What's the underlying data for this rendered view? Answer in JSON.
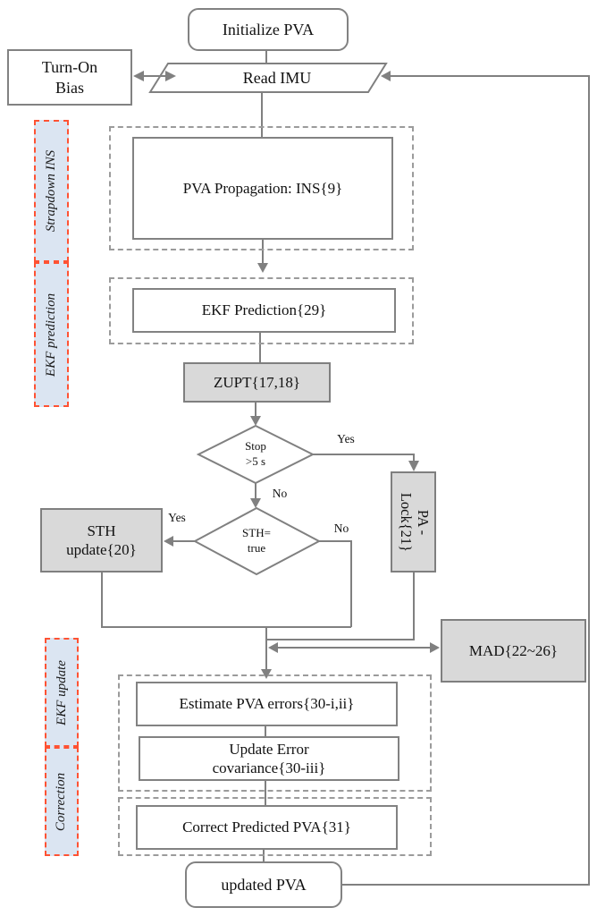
{
  "figure": {
    "type": "flowchart",
    "topic": "ZUPT-aided INS/EKF pedestrian navigation algorithm"
  },
  "colors": {
    "line": "#808080",
    "box_border": "#7f7f7f",
    "gray_fill": "#d9d9d9",
    "white_fill": "#ffffff",
    "stage_fill": "#dbe5f2",
    "stage_border": "#ff5233",
    "dashed_container": "#9b9b9b",
    "text": "#111111"
  },
  "nodes": {
    "initialize_pva": {
      "label": "Initialize PVA"
    },
    "turn_on_bias": {
      "line1": "Turn-On",
      "line2": "Bias"
    },
    "read_imu": {
      "label": "Read IMU"
    },
    "pva_propagation": {
      "label": "PVA Propagation: INS{9}"
    },
    "ekf_prediction": {
      "label": "EKF Prediction{29}"
    },
    "zupt": {
      "label": "ZUPT{17,18}"
    },
    "stop_decision": {
      "line1": "Stop",
      "line2": ">5 s"
    },
    "pa_lock": {
      "line1": "PA -",
      "line2": "Lock{21}"
    },
    "sth_decision": {
      "line1": "STH=",
      "line2": "true"
    },
    "sth_update": {
      "line1": "STH",
      "line2": "update{20}"
    },
    "mad": {
      "label": "MAD{22~26}"
    },
    "estimate_errors": {
      "label": "Estimate PVA errors{30-i,ii}"
    },
    "update_covariance": {
      "line1": "Update Error",
      "line2": "covariance{30-iii}"
    },
    "correct_pva": {
      "label": "Correct Predicted PVA{31}"
    },
    "updated_pva": {
      "label": "updated PVA"
    }
  },
  "stage_labels": {
    "strapdown_ins": "Strapdown INS",
    "ekf_prediction": "EKF prediction",
    "ekf_update": "EKF update",
    "correction": "Correction"
  },
  "edge_labels": {
    "stop_yes": "Yes",
    "stop_no": "No",
    "sth_yes": "Yes",
    "sth_no": "No"
  }
}
